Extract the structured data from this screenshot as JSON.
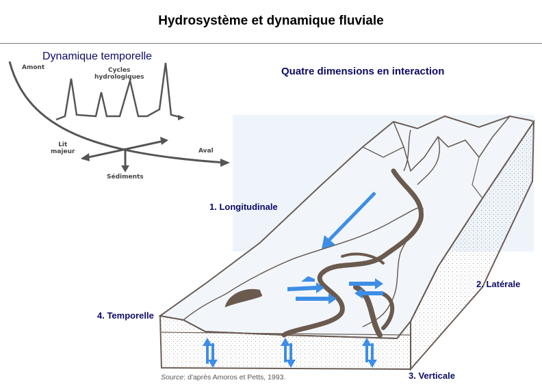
{
  "header": {
    "title": "Hydrosystème et dynamique fluviale"
  },
  "temporal_panel": {
    "title": "Dynamique temporelle",
    "labels": {
      "amont": "Amont",
      "cycles": "Cycles hydrologiques",
      "cycles_line1": "Cycles",
      "cycles_line2": "hydrologiques",
      "lit": "Lit majeur",
      "lit_line1": "Lit",
      "lit_line2": "majeur",
      "aval": "Aval",
      "sediments": "Sédiments"
    }
  },
  "block_diagram": {
    "title": "Quatre dimensions en interaction",
    "dimensions": [
      {
        "label": "1. Longitudinale"
      },
      {
        "label": "2. Latérale"
      },
      {
        "label": "3. Verticale"
      },
      {
        "label": "4. Temporelle"
      }
    ],
    "source_prefix": "Source",
    "source_text": ": d'après Amoros et Petts, 1993.",
    "colors": {
      "arrow_blue": "#3d8ee6",
      "river_brown": "#6b5a4e",
      "outline": "#6a5d55",
      "sky": "#eef4fa"
    }
  }
}
